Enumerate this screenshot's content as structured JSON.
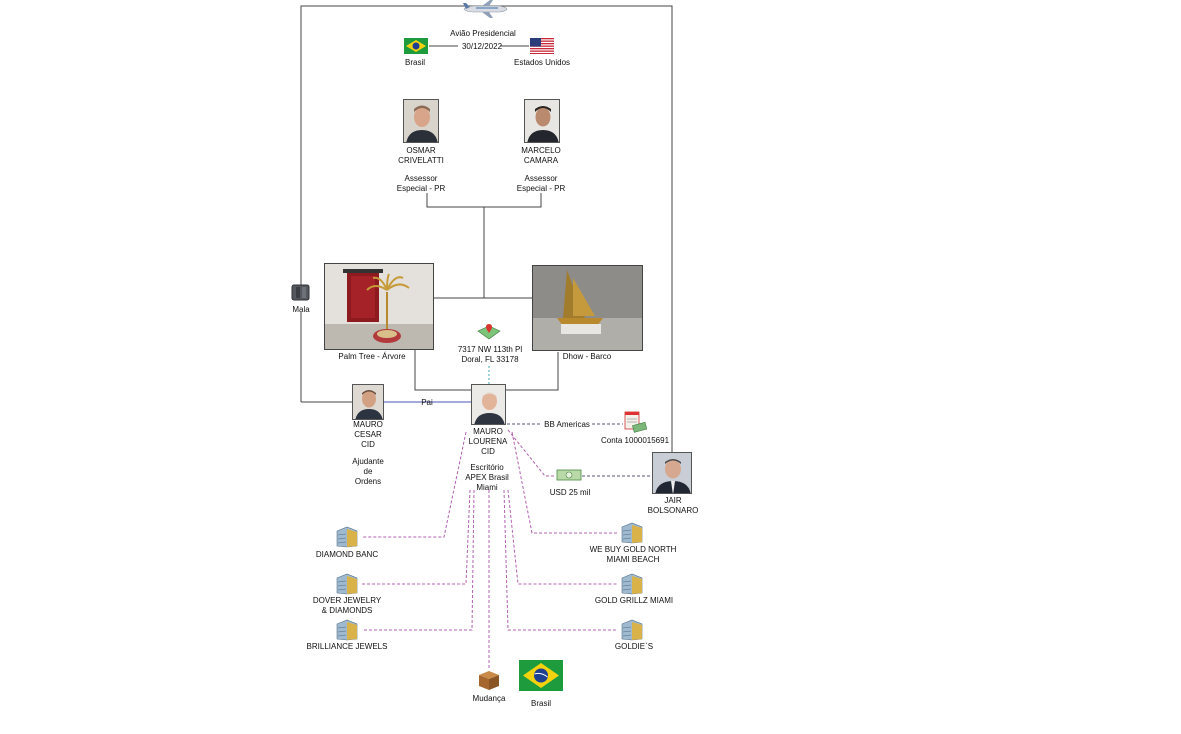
{
  "flight": {
    "title": "Avião Presidencial",
    "date": "30/12/2022",
    "origin": "Brasil",
    "destination": "Estados Unidos"
  },
  "people": {
    "osmar": {
      "name_line1": "OSMAR",
      "name_line2": "CRIVELATTI",
      "role_line1": "Assessor",
      "role_line2": "Especial - PR"
    },
    "marcelo": {
      "name_line1": "MARCELO",
      "name_line2": "CAMARA",
      "role_line1": "Assessor",
      "role_line2": "Especial - PR"
    },
    "mauro_cesar": {
      "name_line1": "MAURO",
      "name_line2": "CESAR",
      "name_line3": "CID",
      "role_line1": "Ajudante",
      "role_line2": "de",
      "role_line3": "Ordens"
    },
    "mauro_lourena": {
      "name_line1": "MAURO",
      "name_line2": "LOURENA",
      "name_line3": "CID",
      "office_line1": "Escritório",
      "office_line2": "APEX Brasil",
      "office_line3": "Miami"
    },
    "jair": {
      "name_line1": "JAIR",
      "name_line2": "BOLSONARO"
    }
  },
  "objects": {
    "palm_tree": "Palm Tree - Árvore",
    "dhow": "Dhow - Barco",
    "mala": "Mala"
  },
  "address": {
    "line1": "7317 NW 113th Pl",
    "line2": "Doral, FL 33178"
  },
  "links": {
    "pai": "Pai",
    "bb": "BB Americas"
  },
  "account": "Conta 1000015691",
  "cash": "USD 25 mil",
  "stores": {
    "diamond_banc": "DIAMOND BANC",
    "dover_line1": "DOVER JEWELRY",
    "dover_line2": "& DIAMONDS",
    "brilliance": "BRILLIANCE JEWELS",
    "webuy_line1": "WE BUY GOLD NORTH",
    "webuy_line2": "MIAMI BEACH",
    "grillz": "GOLD GRILLZ MIAMI",
    "goldies": "GOLDIE`S"
  },
  "bottom": {
    "mudanca": "Mudança",
    "brasil": "Brasil"
  },
  "colors": {
    "line": "#444444",
    "blue_link": "#6f78c8",
    "purple_dash": "#b060b0",
    "teal_dash": "#3fa9b5",
    "dark_dash": "#555577"
  }
}
